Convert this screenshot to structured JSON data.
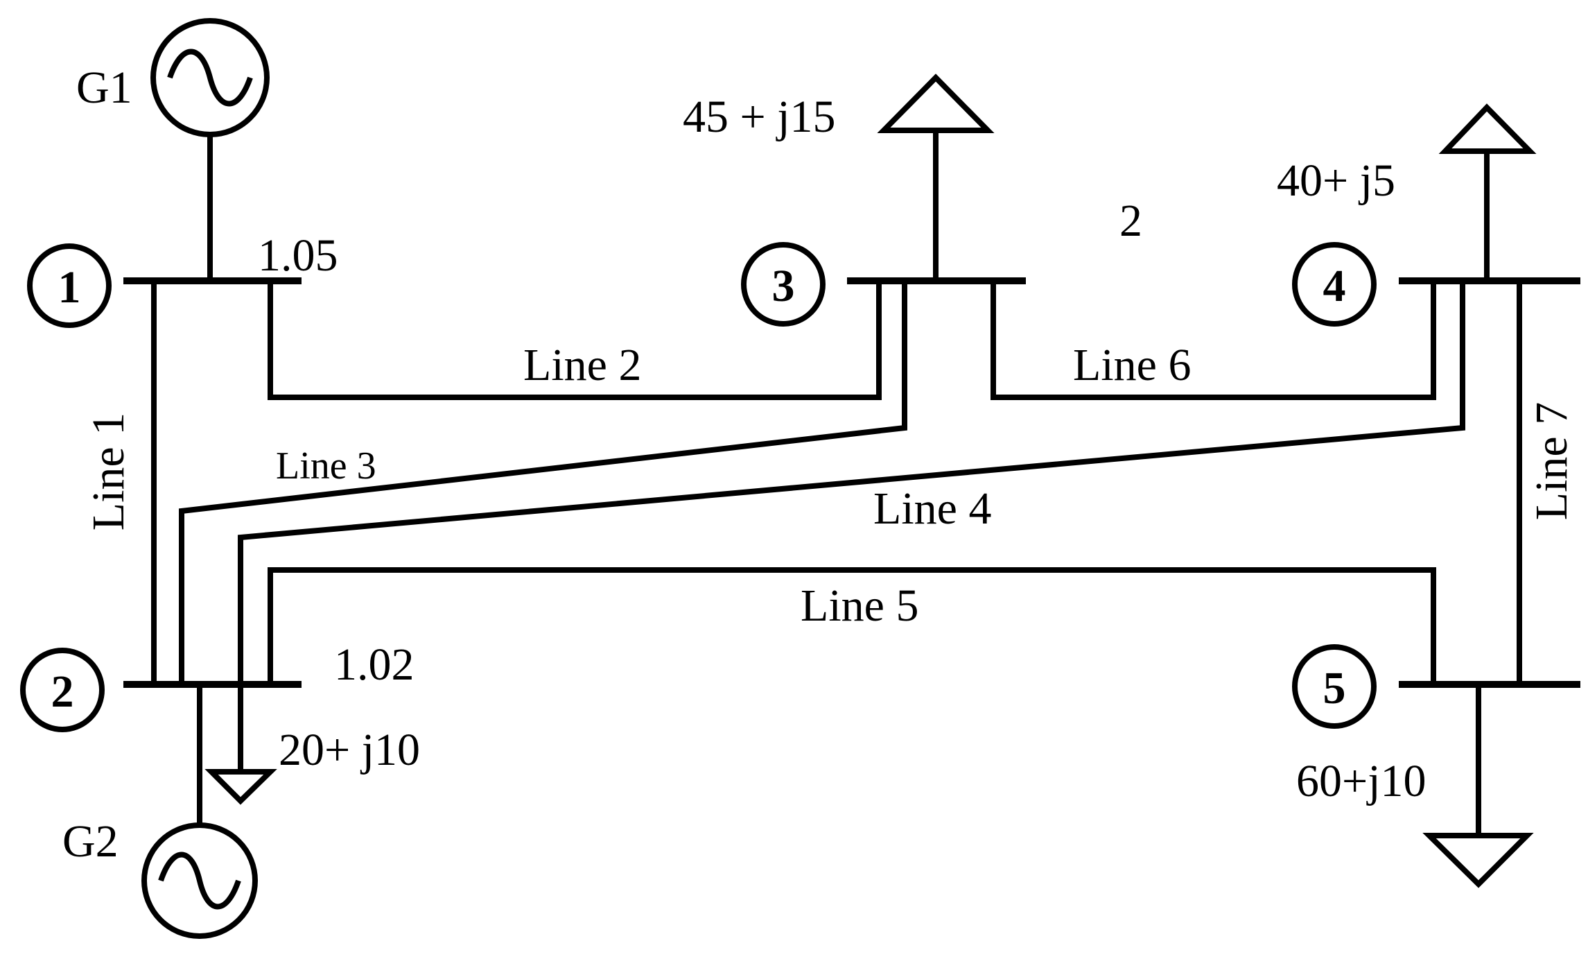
{
  "buses": [
    {
      "id": "bus-1",
      "number": "1"
    },
    {
      "id": "bus-2",
      "number": "2"
    },
    {
      "id": "bus-3",
      "number": "3"
    },
    {
      "id": "bus-4",
      "number": "4"
    },
    {
      "id": "bus-5",
      "number": "5"
    }
  ],
  "generators": {
    "g1": {
      "label": "G1"
    },
    "g2": {
      "label": "G2"
    }
  },
  "voltages": {
    "bus1": "1.05",
    "bus2": "1.02"
  },
  "loads": {
    "bus2": "20+ j10",
    "bus3": "45 + j15",
    "bus4": "40+ j5",
    "bus5": "60+j10"
  },
  "lines": {
    "line1": "Line 1",
    "line2": "Line 2",
    "line3": "Line 3",
    "line4": "Line 4",
    "line5": "Line 5",
    "line6": "Line 6",
    "line7": "Line 7"
  },
  "annotation": "2"
}
